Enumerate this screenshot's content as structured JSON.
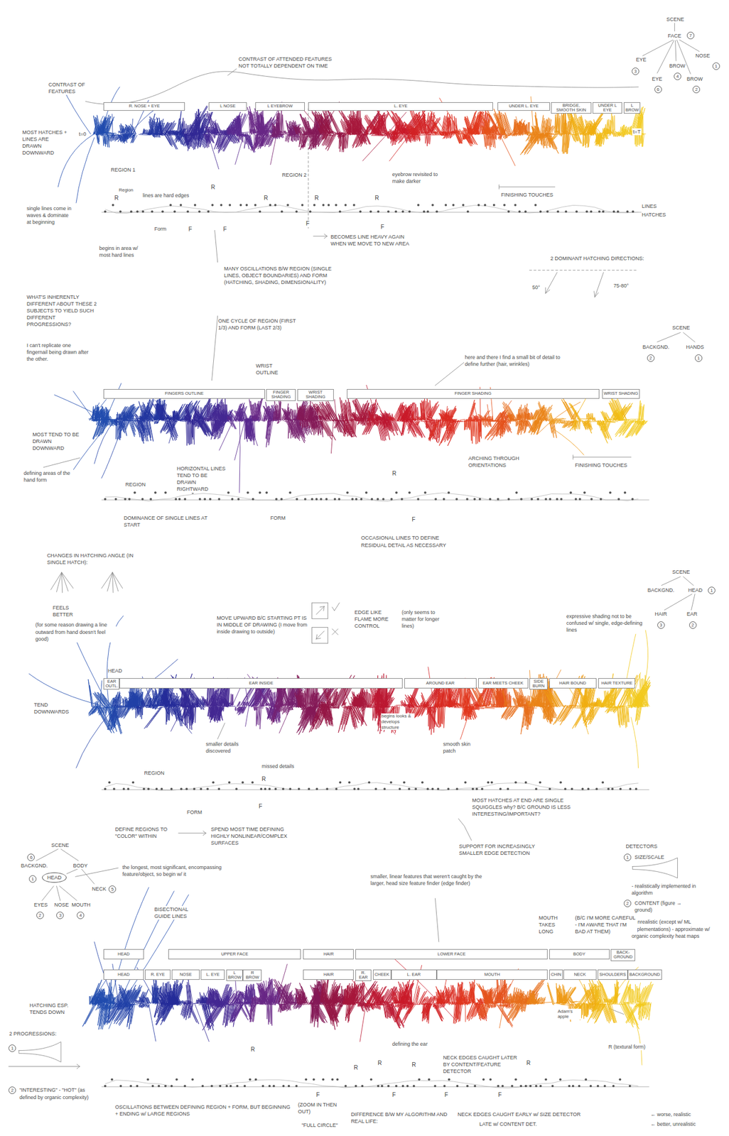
{
  "diagram": {
    "nodes": [
      {
        "text": [
          "R. NOSE + EYE"
        ]
      },
      {
        "text": [
          "L NOSE"
        ]
      },
      {
        "text": [
          "L EYEBROW"
        ]
      },
      {
        "text": [
          "L. EYE"
        ]
      },
      {
        "text": [
          "UNDER L. EYE"
        ]
      },
      {
        "text": [
          "BRIDGE, SMOOTH SKIN"
        ]
      },
      {
        "text": [
          "UNDER L EYE"
        ]
      },
      {
        "text": [
          "L BROW"
        ]
      },
      {
        "text": [
          "FINGERS OUTLINE"
        ]
      },
      {
        "text": [
          "FINGER SHADING"
        ]
      },
      {
        "text": [
          "WRIST SHADING"
        ]
      },
      {
        "text": [
          "FINGER SHADING"
        ]
      },
      {
        "text": [
          "WRIST SHADING"
        ]
      },
      {
        "text": [
          "EAR OUTL."
        ]
      },
      {
        "text": [
          "EAR INSIDE"
        ]
      },
      {
        "text": [
          "AROUND EAR"
        ]
      },
      {
        "text": [
          "EAR MEETS CHEEK"
        ]
      },
      {
        "text": [
          "SIDE BURN"
        ]
      },
      {
        "text": [
          "HAIR BOUND"
        ]
      },
      {
        "text": [
          "HAIR TEXTURE"
        ]
      },
      {
        "text": [
          "HEAD"
        ]
      },
      {
        "text": [
          "HEAD"
        ]
      },
      {
        "text": [
          "UPPER FACE"
        ]
      },
      {
        "text": [
          "HAIR"
        ]
      },
      {
        "text": [
          "LOWER FACE"
        ]
      },
      {
        "text": [
          "BODY"
        ]
      },
      {
        "text": [
          "BACK-GROUND"
        ]
      },
      {
        "text": [
          "HEAD"
        ]
      },
      {
        "text": [
          "R. EYE"
        ]
      },
      {
        "text": [
          "NOSE"
        ]
      },
      {
        "text": [
          "L. EYE"
        ]
      },
      {
        "text": [
          "L BROW"
        ]
      },
      {
        "text": [
          "R BROW"
        ]
      },
      {
        "text": [
          "HAIR"
        ]
      },
      {
        "text": [
          "R. EAR"
        ]
      },
      {
        "text": [
          "CHEEK"
        ]
      },
      {
        "text": [
          "L. EAR"
        ]
      },
      {
        "text": [
          "MOUTH"
        ]
      },
      {
        "text": [
          "CHIN"
        ]
      },
      {
        "text": [
          "NECK"
        ]
      },
      {
        "text": [
          "SHOULDERS"
        ]
      },
      {
        "text": [
          "BACKGROUND"
        ]
      }
    ],
    "labels": [
      "CONTRAST OF ATTENDED FEATURES NOT TOTALLY DEPENDENT ON TIME",
      "CONTRAST OF FEATURES",
      "SCENE",
      "FACE",
      "7",
      "EYE",
      "3",
      "EYE",
      "6",
      "BROW",
      "4",
      "BROW",
      "2",
      "NOSE",
      "1",
      "t=0",
      "t=T",
      "MOST HATCHES + LINES ARE DRAWN DOWNWARD",
      "REGION 1",
      "REGION 2",
      "eyebrow revisited to make darker",
      "FINISHING TOUCHES",
      "Region",
      "R",
      "lines are hard edges",
      "R",
      "R",
      "R",
      "R",
      "LINES",
      "HATCHES",
      "single lines come in waves & dominate at beginning",
      "Form",
      "F",
      "F",
      "F",
      "F",
      "BECOMES LINE HEAVY AGAIN WHEN WE MOVE TO NEW AREA",
      "begins in area w/ most hard lines",
      "MANY OSCILLATIONS B/W REGION (SINGLE LINES, OBJECT BOUNDARIES) AND FORM (HATCHING, SHADING, DIMENSIONALITY)",
      "ONE CYCLE OF REGION (FIRST 1/3) AND FORM (LAST 2/3)",
      "WHAT'S INHERENTLY DIFFERENT ABOUT THESE 2 SUBJECTS TO YIELD SUCH DIFFERENT PROGRESSIONS?",
      "I can't replicate one fingernail being drawn after the other.",
      "2 DOMINANT HATCHING DIRECTIONS:",
      "50°",
      "75-80°",
      "SCENE",
      "BACKGND.",
      "HANDS",
      "2",
      "1",
      "here and there I find a small bit of detail to define further (hair, wrinkles)",
      "WRIST OUTLINE",
      "MOST TEND TO BE DRAWN DOWNWARD",
      "ARCHING THROUGH ORIENTATIONS",
      "FINISHING TOUCHES",
      "defining areas of the hand form",
      "REGION",
      "HORIZONTAL LINES TEND TO BE DRAWN RIGHTWARD",
      "R",
      "DOMINANCE OF SINGLE LINES AT START",
      "FORM",
      "F",
      "OCCASIONAL LINES TO DEFINE RESIDUAL DETAIL AS NECESSARY",
      "CHANGES IN HATCHING ANGLE (IN SINGLE HATCH):",
      "FEELS BETTER",
      "(for some reason drawing a line outward from hand doesn't feel good)",
      "MOVE UPWARD B/C STARTING PT IS IN MIDDLE OF DRAWING (I move from inside drawing to outside)",
      "EDGE LIKE FLAME MORE CONTROL",
      "(only seems to matter for longer lines)",
      "expressive shading not to be confused w/ single, edge-defining lines",
      "SCENE",
      "BACKGND.",
      "HEAD",
      "1",
      "HAIR",
      "EAR",
      "3",
      "2",
      "HEAD",
      "TEND DOWNWARDS",
      "smaller details discovered",
      "begins looks & develops structure",
      "smooth skin patch",
      "missed details",
      "REGION",
      "R",
      "FORM",
      "F",
      "MOST HATCHES AT END ARE SINGLE SQUIGGLES why? B/C GROUND IS LESS INTERESTING/IMPORTANT?",
      "DEFINE REGIONS TO \"COLOR\" WITHIN",
      "SPEND MOST TIME DEFINING HIGHLY NONLINEAR/COMPLEX SURFACES",
      "SCENE",
      "6",
      "BACKGND.",
      "BODY",
      "NECK",
      "5",
      "1",
      "EYES",
      "NOSE",
      "MOUTH",
      "2",
      "3",
      "4",
      "the longest, most significant, encompassing feature/object, so begin w/ it",
      "SUPPORT FOR INCREASINGLY SMALLER EDGE DETECTION",
      "DETECTORS",
      "1",
      "SIZE/SCALE",
      "- realistically implemented in algorithm",
      "2",
      "CONTENT (figure → ground)",
      "- unrealistic (except w/ ML implementations) - approximate w/ organic complexity heat maps",
      "BISECTIONAL GUIDE LINES",
      "smaller, linear features that weren't caught by the larger, head size feature finder (edge finder)",
      "MOUTH TAKES LONG",
      "(B/C I'M MORE CAREFUL - I'M AWARE THAT I'M BAD AT THEM)",
      "HATCHING ESP. TENDS DOWN",
      "2 PROGRESSIONS:",
      "1",
      "2",
      "\"INTERESTING\" - \"HOT\" (as defined by organic complexity)",
      "defining the ear",
      "NECK EDGES CAUGHT LATER BY CONTENT/FEATURE DETECTOR",
      "Adam's apple",
      "R",
      "R",
      "R",
      "R",
      "R",
      "R (textural form)",
      "F",
      "F",
      "F",
      "F",
      "OSCILLATIONS BETWEEN DEFINING REGION + FORM, BUT BEGINNING + ENDING w/ LARGE REGIONS",
      "(ZOOM IN THEN OUT)",
      "\"FULL CIRCLE\"",
      "DIFFERENCE B/W MY ALGORITHM AND REAL LIFE:",
      "NECK EDGES CAUGHT EARLY w/ SIZE DETECTOR",
      "LATE w/ CONTENT DET.",
      "← worse, realistic",
      "← better, unrealistic"
    ]
  }
}
